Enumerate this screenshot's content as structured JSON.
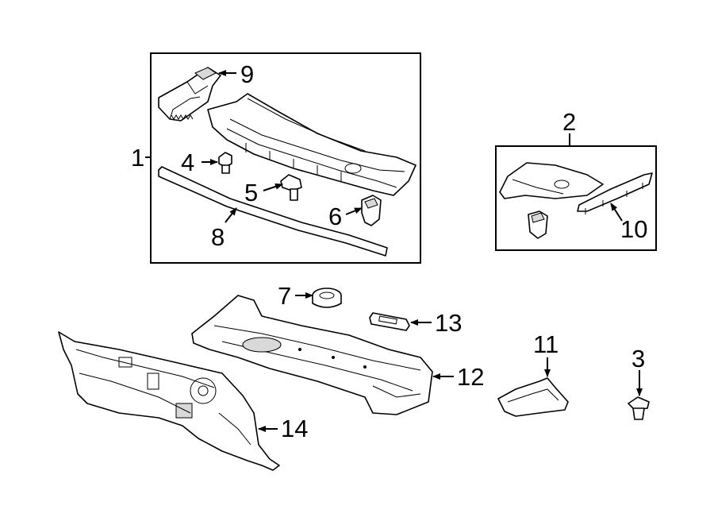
{
  "callouts": {
    "n1": "1",
    "n2": "2",
    "n3": "3",
    "n4": "4",
    "n5": "5",
    "n6": "6",
    "n7": "7",
    "n8": "8",
    "n9": "9",
    "n10": "10",
    "n11": "11",
    "n12": "12",
    "n13": "13",
    "n14": "14"
  }
}
